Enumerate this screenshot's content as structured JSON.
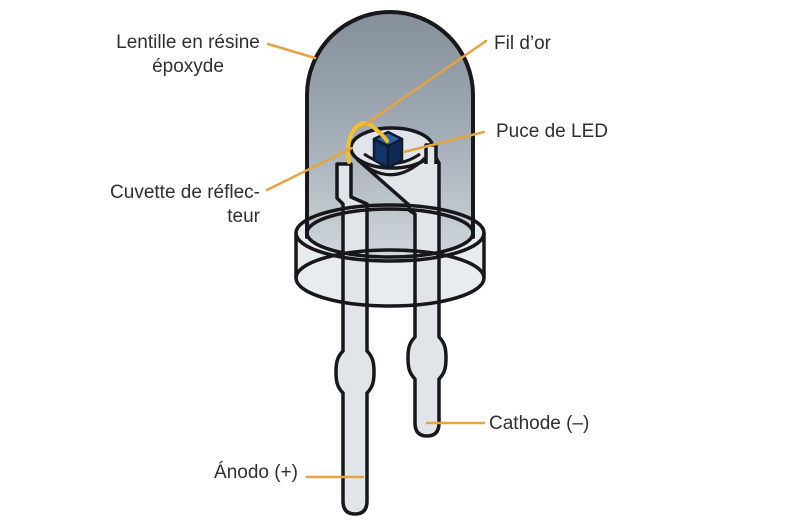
{
  "labels": {
    "lens": {
      "line1": "Lentille en résine",
      "line2": "époxyde"
    },
    "gold_wire": "Fil d’or",
    "chip": "Puce de LED",
    "reflector_cup": {
      "line1": "Cuvette de réflec-",
      "line2": "teur"
    },
    "cathode": "Cathode (–)",
    "anode": "Ánodo (+)"
  },
  "colors": {
    "background": "#FFFFFF",
    "label_text": "#2F2F2F",
    "outline": "#17171C",
    "leader_line": "#E4A441",
    "gold_wire": "#F2C12D",
    "dome_top": "#848F9A",
    "dome_mid": "#9FA9B3",
    "dome_bottom": "#CFD6DC",
    "flange_fill": "#E8EBEF",
    "metal_fill": "#E1E5EA",
    "chip_top": "#2E62A4",
    "chip_left": "#143566",
    "chip_right": "#0F2B55"
  }
}
